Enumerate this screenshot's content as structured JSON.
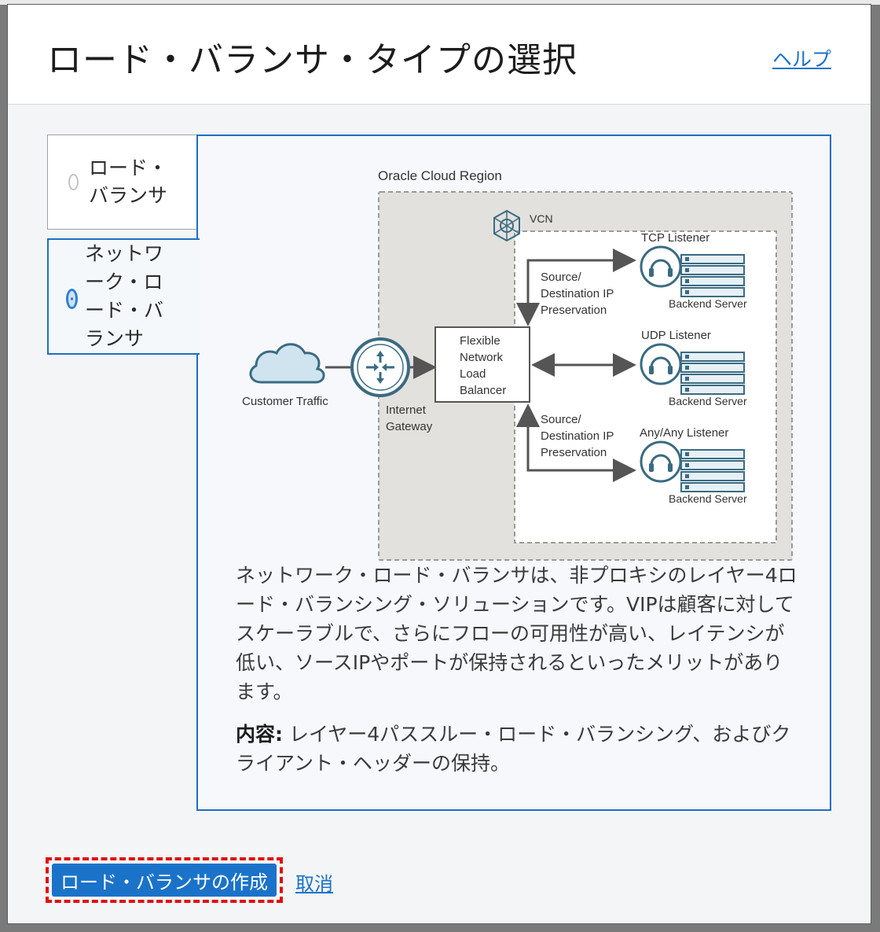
{
  "dialog": {
    "title": "ロード・バランサ・タイプの選択",
    "help_label": "ヘルプ"
  },
  "options": [
    {
      "label": "ロード・バランサ",
      "selected": false
    },
    {
      "label": "ネットワーク・ロード・バランサ",
      "selected": true
    }
  ],
  "diagram": {
    "region_label": "Oracle Cloud Region",
    "vcn_label": "VCN",
    "customer_traffic": "Customer Traffic",
    "internet_gateway_line1": "Internet",
    "internet_gateway_line2": "Gateway",
    "nlb_lines": [
      "Flexible",
      "Network",
      "Load",
      "Balancer"
    ],
    "preservation_top": [
      "Source/",
      "Destination IP",
      "Preservation"
    ],
    "preservation_bottom": [
      "Source/",
      "Destination IP",
      "Preservation"
    ],
    "listeners": [
      "TCP Listener",
      "UDP Listener",
      "Any/Any Listener"
    ],
    "backend_label": "Backend Server"
  },
  "description": {
    "main": "ネットワーク・ロード・バランサは、非プロキシのレイヤー4ロード・バランシング・ソリューションです。VIPは顧客に対してスケーラブルで、さらにフローの可用性が高い、レイテンシが低い、ソースIPやポートが保持されるといったメリットがあります。",
    "content_label": "内容:",
    "content_text": " レイヤー4パススルー・ロード・バランシング、およびクライアント・ヘッダーの保持。"
  },
  "footer": {
    "create_label": "ロード・バランサの作成",
    "cancel_label": "取消"
  },
  "colors": {
    "accent": "#1a73c9",
    "panel_border": "#1f6fc1",
    "highlight_dash": "#e01010",
    "region_bg": "#e3e1dd",
    "icon_teal": "#3a6b82"
  },
  "icons": [
    "cloud-icon",
    "router-icon",
    "vcn-hexagon-icon",
    "headset-icon",
    "server-stack-icon"
  ]
}
